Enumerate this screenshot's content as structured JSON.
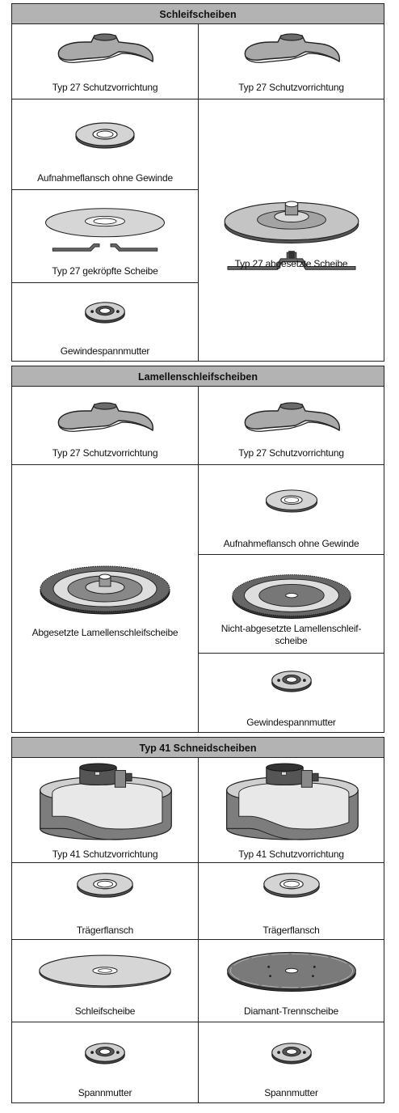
{
  "sections": {
    "abrasive": {
      "title": "Schleifscheiben",
      "guard_left": "Typ 27 Schutzvorrichtung",
      "guard_right": "Typ 27 Schutzvorrichtung",
      "flange": "Aufnahmeflansch ohne Gewinde",
      "depressed_wheel": "Typ 27 gekröpfte Scheibe",
      "hub_wheel": "Typ 27 abgesetzte Scheibe",
      "clamp_nut": "Gewindespannmutter"
    },
    "flap": {
      "title": "Lamellenschleifscheiben",
      "guard_left": "Typ 27 Schutzvorrichtung",
      "guard_right": "Typ 27 Schutzvorrichtung",
      "hubbed_flap": "Abgesetzte Lamellenschleifscheibe",
      "flange": "Aufnahmeflansch ohne Gewinde",
      "non_hubbed_flap": "Nicht-abgesetzte Lamellenschleif-scheibe",
      "clamp_nut": "Gewindespannmutter"
    },
    "cutting": {
      "title": "Typ 41 Schneidscheiben",
      "guard_left": "Typ 41 Schutzvorrichtung",
      "guard_right": "Typ 41 Schutzvorrichtung",
      "backing_left": "Trägerflansch",
      "backing_right": "Trägerflansch",
      "abrasive_wheel": "Schleifscheibe",
      "diamond_wheel": "Diamant-Trennscheibe",
      "nut_left": "Spannmutter",
      "nut_right": "Spannmutter"
    }
  }
}
